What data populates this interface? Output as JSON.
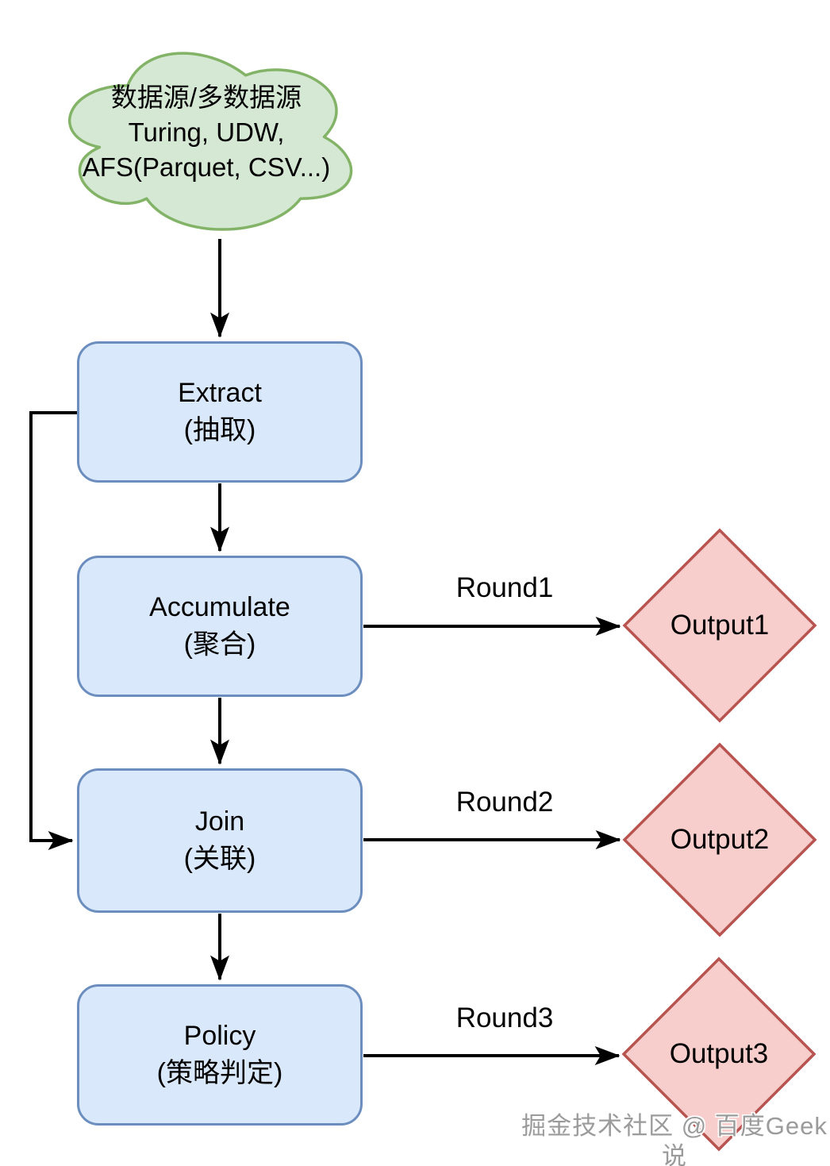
{
  "diagram": {
    "source_cloud": {
      "line1": "数据源/多数据源",
      "line2": "Turing, UDW,",
      "line3": "AFS(Parquet, CSV...)"
    },
    "nodes": [
      {
        "id": "extract",
        "title": "Extract",
        "subtitle": "(抽取)"
      },
      {
        "id": "accumulate",
        "title": "Accumulate",
        "subtitle": "(聚合)"
      },
      {
        "id": "join",
        "title": "Join",
        "subtitle": "(关联)"
      },
      {
        "id": "policy",
        "title": "Policy",
        "subtitle": "(策略判定)"
      }
    ],
    "edges": [
      {
        "from": "accumulate",
        "to": "Output1",
        "label": "Round1"
      },
      {
        "from": "join",
        "to": "Output2",
        "label": "Round2"
      },
      {
        "from": "policy",
        "to": "Output3",
        "label": "Round3"
      }
    ],
    "outputs": [
      {
        "label": "Output1"
      },
      {
        "label": "Output2"
      },
      {
        "label": "Output3"
      }
    ],
    "watermark": "掘金技术社区 @ 百度Geek说",
    "colors": {
      "process_fill": "#dae8fc",
      "process_stroke": "#6c8ebf",
      "source_fill": "#d5e8d4",
      "source_stroke": "#82b366",
      "output_fill": "#f8cecc",
      "output_stroke": "#b85450",
      "connector": "#000000"
    }
  }
}
